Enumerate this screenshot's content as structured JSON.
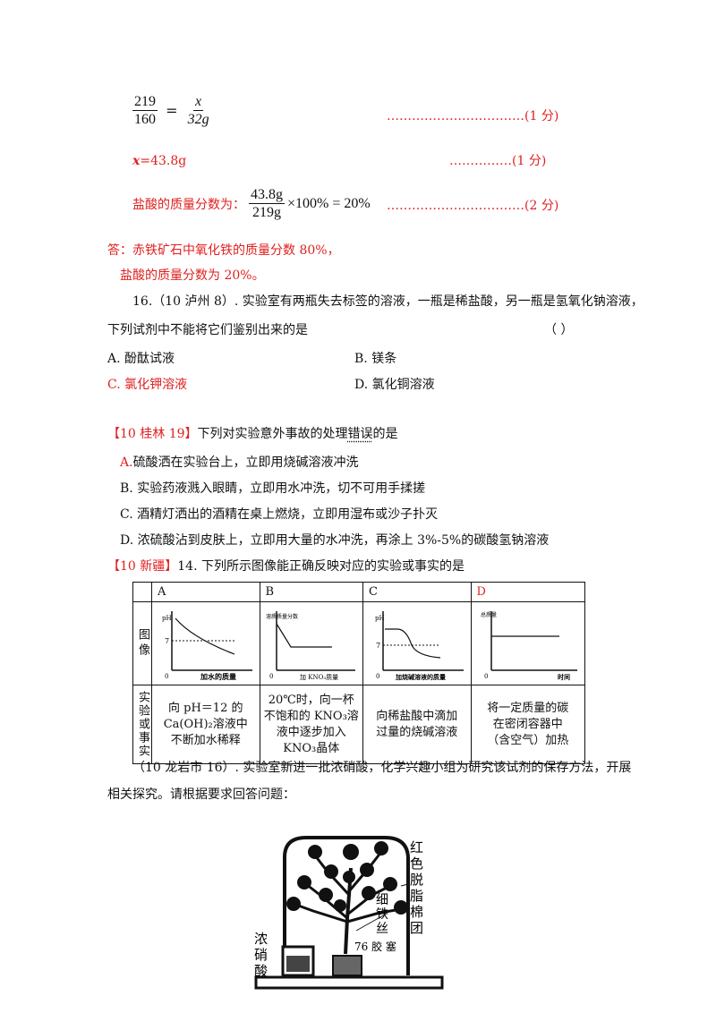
{
  "calc": {
    "eq1_num": "219",
    "eq1_den": "160",
    "eq1_rhs_num": "x",
    "eq1_rhs_den": "32g",
    "eq1_dots": "……………………………",
    "eq1_score": "(1 分)",
    "x_line_var": "x",
    "x_line_val": "=43.8g",
    "x_dots": "……………",
    "x_score": "(1 分)",
    "frac_label": "盐酸的质量分数为：",
    "frac_num": "43.8g",
    "frac_den": "219g",
    "frac_tail": "×100% = 20%",
    "frac_dots": "……………………………",
    "frac_score": "(2 分)"
  },
  "answer": {
    "line1": "答：赤铁矿石中氧化铁的质量分数 80%，",
    "line2": "盐酸的质量分数为 20%。"
  },
  "q16": {
    "stem1": "16.（10 泸州 8）. 实验室有两瓶失去标签的溶液，一瓶是稀盐酸，另一瓶是氢氧化钠溶液，",
    "stem2": "下列试剂中不能将它们鉴别出来的是",
    "paren": "（        ）",
    "options": [
      "A. 酚酞试液",
      "B. 镁条",
      "C. 氯化钾溶液",
      "D. 氯化铜溶液"
    ]
  },
  "q_guilin": {
    "tag": "【10 桂林 19】",
    "stem_a": "下列对实验意外事故的处理",
    "stem_b": "错误",
    "stem_c": "的是",
    "opt_a_letter": "A.",
    "opt_a": "硫酸洒在实验台上，立即用烧碱溶液冲洗",
    "opt_b": "B. 实验药液溅入眼睛，立即用水冲洗，切不可用手揉搓",
    "opt_c": "C. 酒精灯洒出的酒精在桌上燃烧，立即用湿布或沙子扑灭",
    "opt_d": "D. 浓硫酸沾到皮肤上，立即用大量的水冲洗，再涂上 3%-5%的碳酸氢钠溶液"
  },
  "q_xinjiang": {
    "tag": "【10 新疆】",
    "stem": "14. 下列所示图像能正确反映对应的实验或事实的是",
    "col_labels": [
      "A",
      "B",
      "C",
      "D"
    ],
    "row1_label": "图像",
    "row2_label": "实验或事实",
    "graph_a": {
      "ylab": "pH",
      "seven": "7",
      "origin": "0",
      "xlab": "加水的质量"
    },
    "graph_b": {
      "ylab": "溶质质量分数",
      "origin": "0",
      "xlab": "加 KNO₃质量"
    },
    "graph_c": {
      "ylab": "pH",
      "seven": "7",
      "origin": "0",
      "xlab": "加烧碱溶液的质量"
    },
    "graph_d": {
      "ylab": "总质量",
      "origin": "0",
      "xlab": "时间"
    },
    "facts": [
      [
        "向 pH＝12 的",
        "Ca(OH)₂溶液中",
        "不断加水稀释"
      ],
      [
        "20℃时，向一杯",
        "不饱和的 KNO₃溶",
        "液中逐步加入",
        "KNO₃晶体"
      ],
      [
        "向稀盐酸中滴加",
        "过量的烧碱溶液"
      ],
      [
        "将一定质量的碳",
        "在密闭容器中",
        "（含空气）加热"
      ]
    ]
  },
  "q_longyan": {
    "line1": "（10 龙岩市 16）. 实验室新进一批浓硝酸，化学兴趣小组为研究该试剂的保存方法，开展",
    "line2": "相关探究。请根据要求回答问题："
  },
  "figure": {
    "label_right": [
      "红",
      "色",
      "脱",
      "脂",
      "棉",
      "团"
    ],
    "label_wire": [
      "细",
      "铁",
      "丝"
    ],
    "label_plug": "76 胶 塞",
    "label_left": [
      "浓",
      "硝",
      "酸"
    ]
  }
}
